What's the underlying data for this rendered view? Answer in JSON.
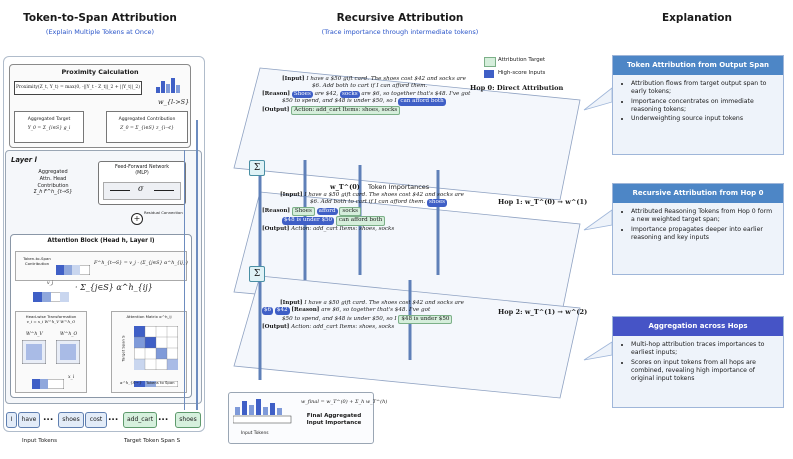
{
  "left": {
    "title": "Token-to-Span Attribution",
    "subtitle": "(Explain Multiple Tokens at Once)",
    "proximity_title": "Proximity Calculation",
    "proximity_formula": "Proximity(Z_t, Y_t) = max(0, -||Y_t - Z_t||_2 + ||Y_t||_2)",
    "w_label": "w_{l->S}",
    "aggregated_target": "Aggregated Target",
    "aggregated_target_f": "Y_0 = Σ_{i∈S} g_i",
    "aggregated_contribution": "Aggregated Contribution",
    "aggregated_contribution_f": "Z_0 = Σ_{i∈S} z_{i→t}",
    "layer_label": "Layer l",
    "aggr_head_1": "Aggregated",
    "aggr_head_2": "Attn. Head",
    "aggr_head_3": "Contribution",
    "aggr_head_f": "Σ_h F^h_{t→S}",
    "ffn_1": "Feed-Forward Network",
    "ffn_2": "(MLP)",
    "sigma": "σ",
    "plus": "+",
    "residual": "Residual Connection",
    "attn_block": "Attention Block (Head h, Layer l)",
    "t2s_1": "Token-to-Span",
    "t2s_2": "Contribution",
    "t2s_f": "F^h_{t→S} = v_j · (Σ_{j∈S} α^h_{ij})",
    "sum_f": "· Σ_{j∈S} α^h_{ij}",
    "v_label": "v_j",
    "head_1": "Head-wise Transformation",
    "head_2": "v_i = x_i W^h_V W^h_O",
    "wv": "W^h_V",
    "wo": "W^h_O",
    "x_label": "x_i",
    "attn_matrix": "Attention Matrix  α^h_ij",
    "target_span": "Target Span S",
    "tokens_to_span": "Tokens to Span",
    "alpha": "α^h_{S→·}",
    "tokens": [
      "I",
      "have",
      "shoes",
      "cost",
      "add_cart",
      "shoes"
    ],
    "dots": "...",
    "input_tokens": "Input Tokens",
    "target_span_label": "Target Token Span S"
  },
  "middle": {
    "title": "Recursive Attribution",
    "subtitle": "(Trace importance through intermediate tokens)",
    "legend_target": "Attribution Target",
    "legend_high": "High-score Inputs",
    "hop0": "Hop 0: Direct Attribution",
    "hop1": "Hop 1: w_T^(0) → w^(1)",
    "hop2": "Hop 2: w_T^(1) → w^(2)",
    "input_tag": "[Input]",
    "reason_tag": "[Reason]",
    "output_tag": "[Output]",
    "input_text_a": "I have a $50 gift card. The shoes cost $42 and socks are",
    "input_text_b": "$6. Add both to cart if I can afford them.",
    "reason_a": "Shoes",
    "reason_b": "are $42,",
    "reason_c": "socks",
    "reason_d": "are $6, so together that's $48. I've got",
    "reason_e": "$50 to spend, and $48 is under $50, so I",
    "reason_f": "can afford both",
    "output_a": "Action: add_cart Items: shoes, socks",
    "output_plain": "Action: add_cart Items: shoes, socks",
    "wt0": "w_T^(0)",
    "token_importances": "Token Importances",
    "h_shoes": "shoes",
    "h_socks": "socks",
    "h_shoes2": "Shoes",
    "h_afford": "afford",
    "h_48": "$48 is under $50",
    "h_6": "$6",
    "h_42": "$42",
    "sigma_glyph": "Σ",
    "final_formula": "w_final = w_T^(0) + Σ_h w_T^(h)",
    "final_label_1": "Final Aggregated",
    "final_label_2": "Input Importance",
    "input_tokens": "Input Tokens"
  },
  "right": {
    "title": "Explanation",
    "box1_title": "Token Attribution from Output Span",
    "box1_items": [
      "Attribution flows from target output span to early tokens;",
      "Importance concentrates on immediate reasoning tokens;",
      "Underweighting source input tokens"
    ],
    "box2_title": "Recursive Attribution from Hop 0",
    "box2_items": [
      "Attributed Reasoning Tokens from Hop 0 form a new weighted target span;",
      "Importance propagates deeper into earlier reasoning and key inputs"
    ],
    "box3_title": "Aggregation across Hops",
    "box3_items": [
      "Multi-hop attribution traces importances to earliest inputs;",
      "Scores on input tokens from all hops are combined, revealing high importance of original input tokens"
    ]
  },
  "colors": {
    "accent_blue": "#3f5fc6",
    "target_green": "#d5eedb",
    "box_header": "#4d86c6",
    "box_header_dark": "#4654c6"
  }
}
